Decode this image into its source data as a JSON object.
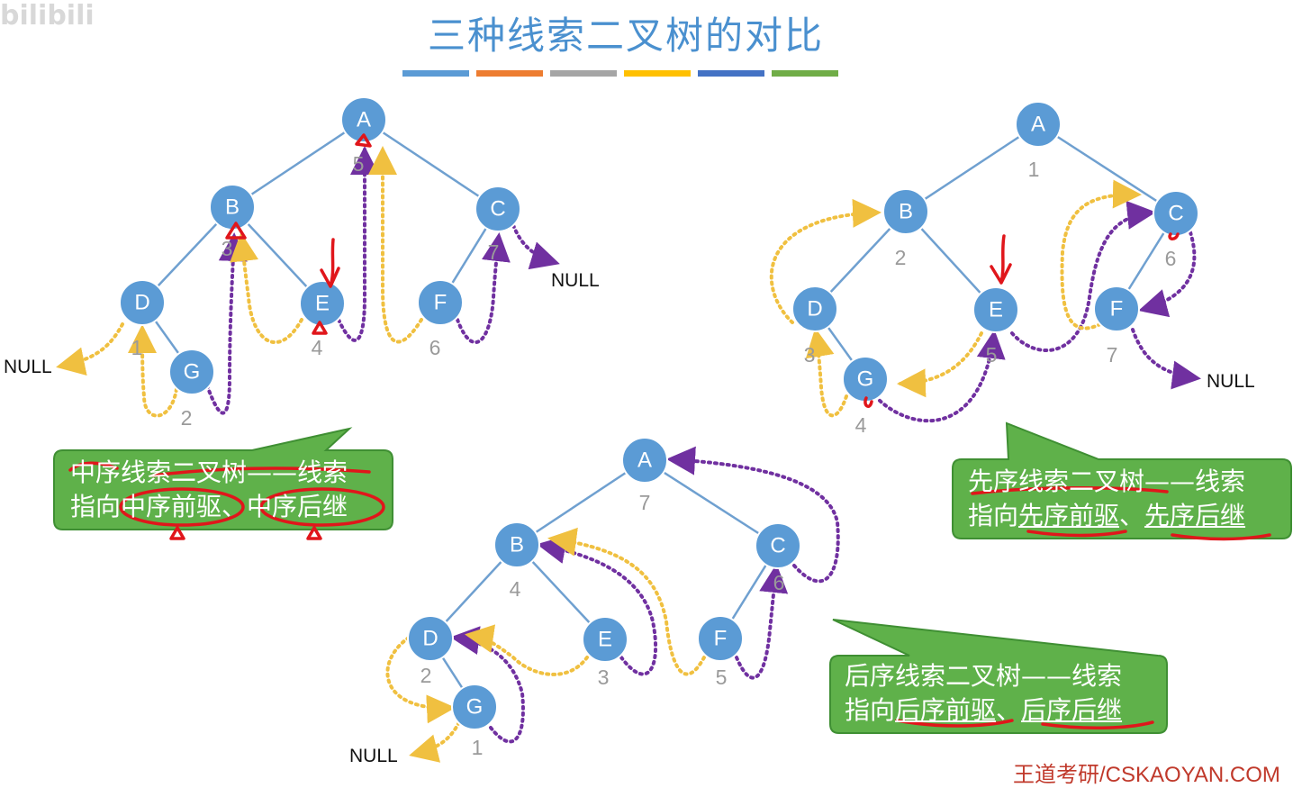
{
  "title": "三种线索二叉树的对比",
  "watermark": "bilibili",
  "footer": "王道考研/CSKAOYAN.COM",
  "colors": {
    "node_fill": "#5b9bd5",
    "edge": "#6fa0d0",
    "predecessor_thread": "#f0c040",
    "successor_thread": "#7030a0",
    "callout_fill": "#5fb14a",
    "annotation": "#e0161b",
    "title_bar": [
      "#5b9bd5",
      "#ed7d31",
      "#a5a5a5",
      "#ffc000",
      "#4472c4",
      "#70ad47"
    ]
  },
  "null_label": "NULL",
  "trees": [
    {
      "id": "inorder",
      "nodes": [
        {
          "key": "A",
          "order": "5"
        },
        {
          "key": "B",
          "order": "3"
        },
        {
          "key": "C",
          "order": "7"
        },
        {
          "key": "D",
          "order": "1"
        },
        {
          "key": "E",
          "order": "4"
        },
        {
          "key": "F",
          "order": "6"
        },
        {
          "key": "G",
          "order": "2"
        }
      ]
    },
    {
      "id": "preorder",
      "nodes": [
        {
          "key": "A",
          "order": "1"
        },
        {
          "key": "B",
          "order": "2"
        },
        {
          "key": "C",
          "order": "6"
        },
        {
          "key": "D",
          "order": "3"
        },
        {
          "key": "E",
          "order": "5"
        },
        {
          "key": "F",
          "order": "7"
        },
        {
          "key": "G",
          "order": "4"
        }
      ]
    },
    {
      "id": "postorder",
      "nodes": [
        {
          "key": "A",
          "order": "7"
        },
        {
          "key": "B",
          "order": "4"
        },
        {
          "key": "C",
          "order": "6"
        },
        {
          "key": "D",
          "order": "2"
        },
        {
          "key": "E",
          "order": "3"
        },
        {
          "key": "F",
          "order": "5"
        },
        {
          "key": "G",
          "order": "1"
        }
      ]
    }
  ],
  "callouts": {
    "inorder": {
      "line1": "中序线索二叉树——线索",
      "line2_prefix": "指向",
      "pred": "中序前驱",
      "sep": "、",
      "succ": "中序后继"
    },
    "preorder": {
      "line1": "先序线索二叉树——线索",
      "line2_prefix": "指向",
      "pred": "先序前驱",
      "sep": "、",
      "succ": "先序后继"
    },
    "postorder": {
      "line1": "后序线索二叉树——线索",
      "line2_prefix": "指向",
      "pred": "后序前驱",
      "sep": "、",
      "succ": "后序后继"
    }
  }
}
